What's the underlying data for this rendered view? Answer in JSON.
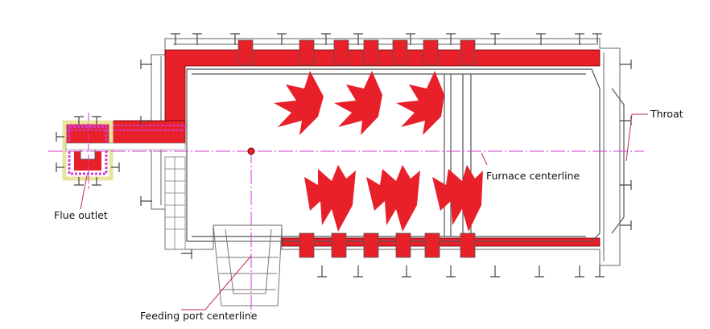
{
  "labels": {
    "throat": "Throat",
    "furnace_centerline": "Furnace centerline",
    "flue_outlet": "Flue outlet",
    "feeding_port_centerline": "Feeding port centerline"
  },
  "colors": {
    "refractory": "#e8202a",
    "centerline": "#d23cd2",
    "outline": "#555555",
    "leader": "#c0304a",
    "insulation": "#e8e4a0"
  }
}
